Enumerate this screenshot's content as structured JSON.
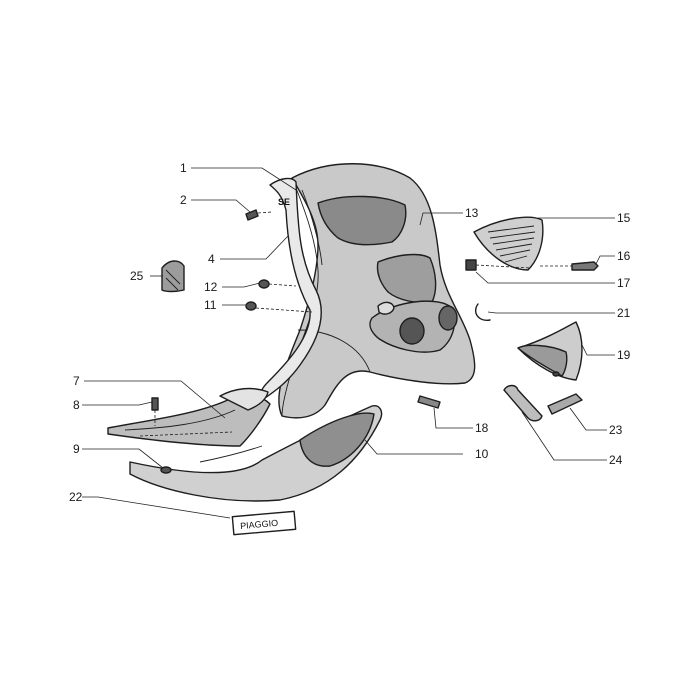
{
  "diagram": {
    "callouts": [
      "1",
      "2",
      "4",
      "12",
      "11",
      "25",
      "7",
      "8",
      "9",
      "22",
      "13",
      "15",
      "16",
      "17",
      "21",
      "19",
      "18",
      "10",
      "23",
      "24"
    ],
    "badge_text": "PIAGGIO"
  }
}
